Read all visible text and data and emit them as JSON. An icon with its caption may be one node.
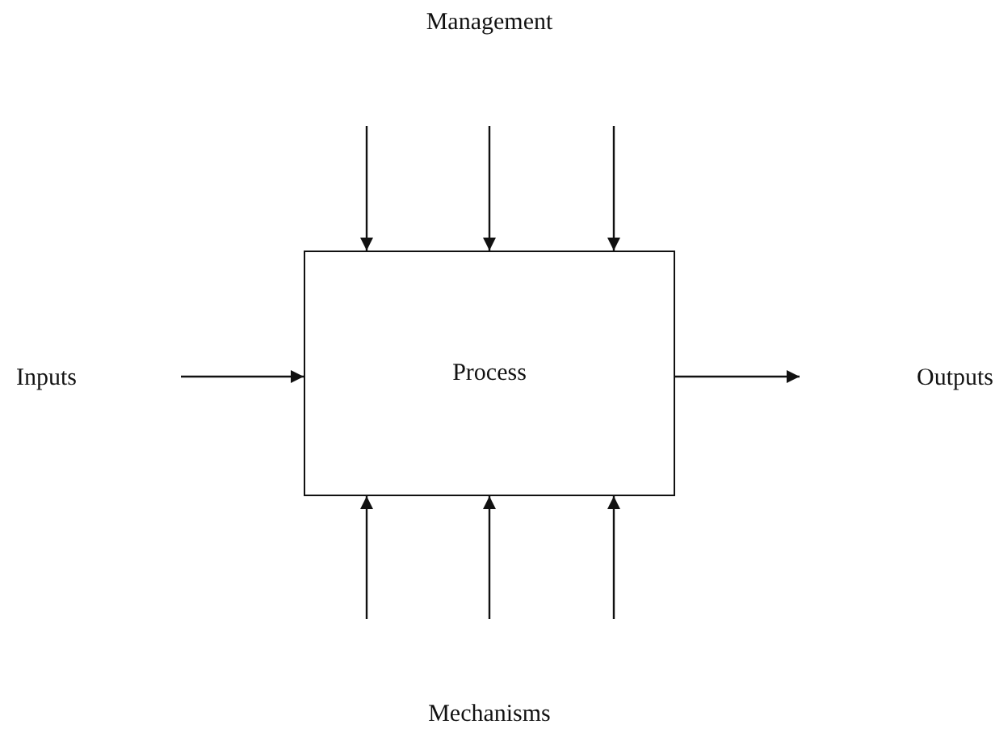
{
  "diagram": {
    "nodes": [
      {
        "text": [
          "Management"
        ]
      },
      {
        "text": [
          "Inputs"
        ]
      },
      {
        "text": [
          "Process"
        ]
      },
      {
        "text": [
          "Outputs"
        ]
      },
      {
        "text": [
          "Mechanisms"
        ]
      }
    ],
    "edges": [
      {
        "from": 0,
        "to": 2,
        "arrow": "to"
      },
      {
        "from": 0,
        "to": 2,
        "arrow": "to"
      },
      {
        "from": 0,
        "to": 2,
        "arrow": "to"
      },
      {
        "from": 1,
        "to": 2,
        "arrow": "to"
      },
      {
        "from": 2,
        "to": 3,
        "arrow": "to"
      },
      {
        "from": 4,
        "to": 2,
        "arrow": "to"
      },
      {
        "from": 4,
        "to": 2,
        "arrow": "to"
      },
      {
        "from": 4,
        "to": 2,
        "arrow": "to"
      }
    ]
  }
}
